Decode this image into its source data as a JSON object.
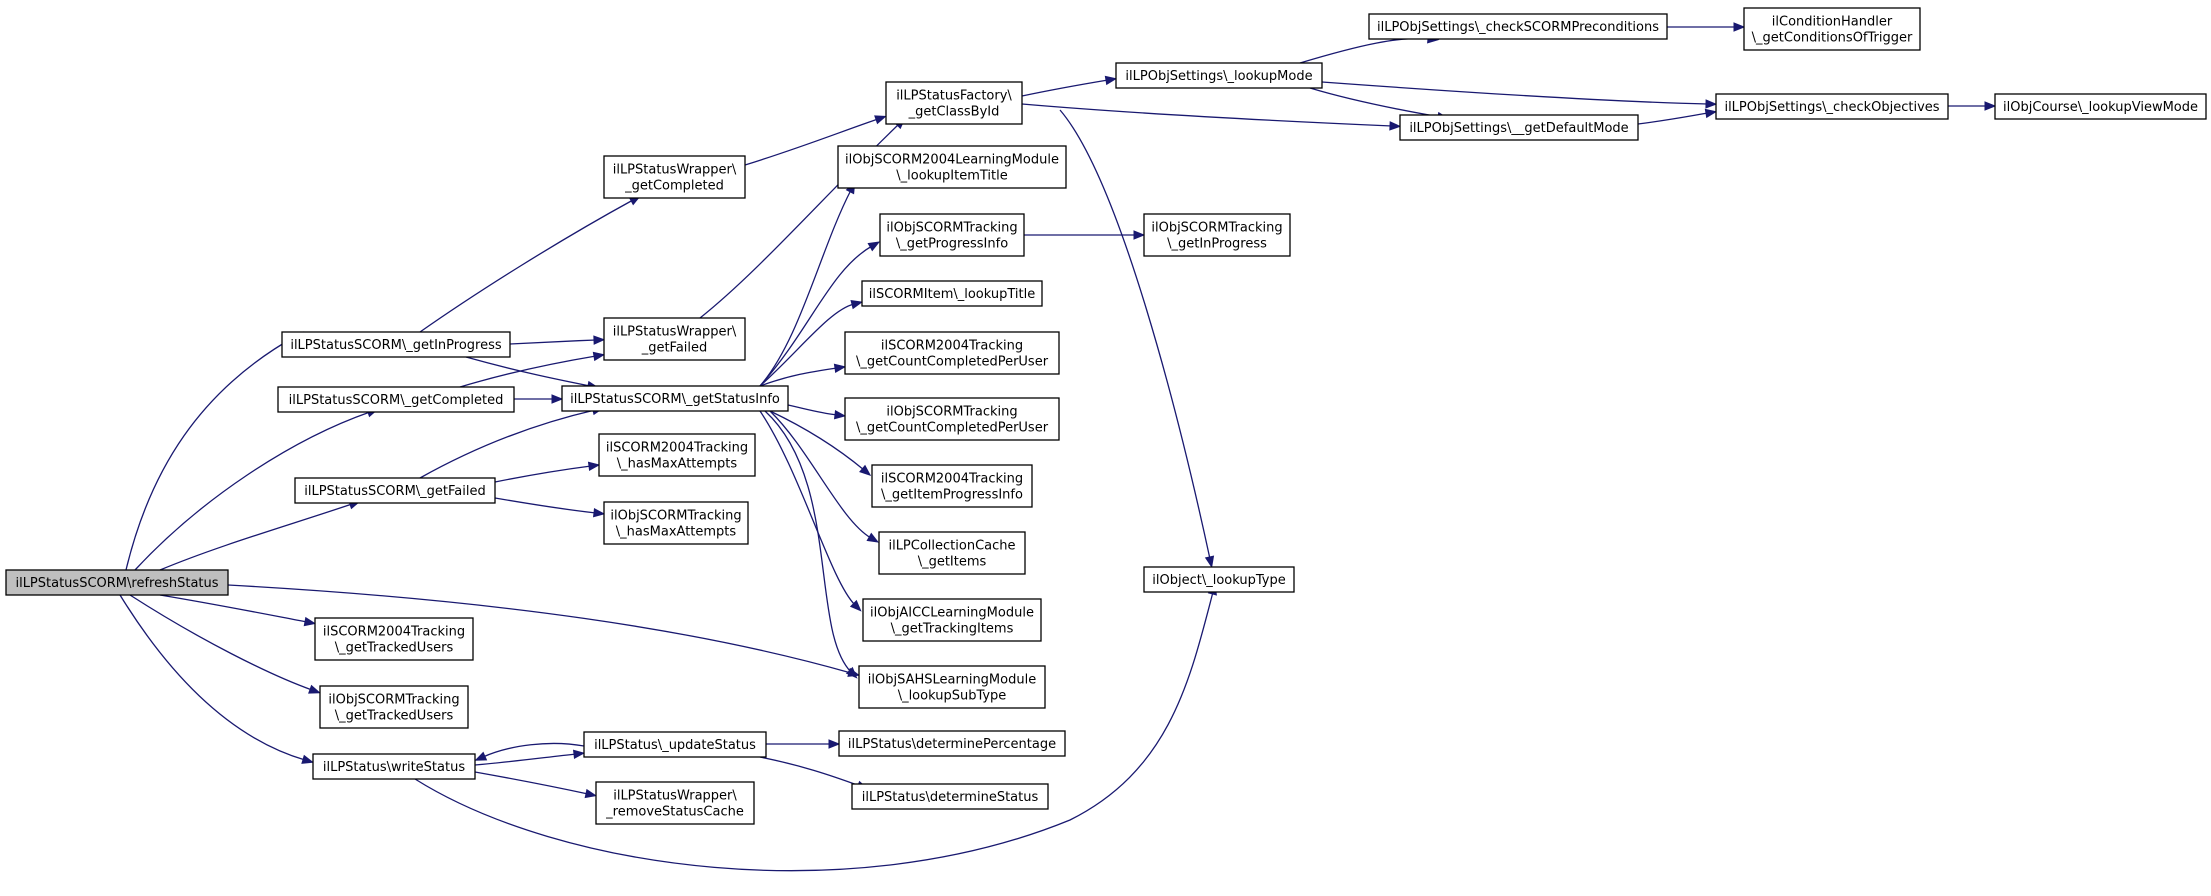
{
  "colors": {
    "node_fill": "#ffffff",
    "root_fill": "#bfbfbf",
    "edge": "#191970",
    "border": "#000000"
  },
  "nodes": {
    "refreshStatus": [
      "ilLPStatusSCORM\\refreshStatus"
    ],
    "getInProgress": [
      "ilLPStatusSCORM\\_getInProgress"
    ],
    "getCompletedSCORM": [
      "ilLPStatusSCORM\\_getCompleted"
    ],
    "getFailedSCORM": [
      "ilLPStatusSCORM\\_getFailed"
    ],
    "s2004TrackedUsers": [
      "ilSCORM2004Tracking",
      "\\_getTrackedUsers"
    ],
    "objScormTrackedUsers": [
      "ilObjSCORMTracking",
      "\\_getTrackedUsers"
    ],
    "writeStatus": [
      "ilLPStatus\\writeStatus"
    ],
    "wrapperCompleted": [
      "ilLPStatusWrapper\\",
      "_getCompleted"
    ],
    "wrapperFailed": [
      "ilLPStatusWrapper\\",
      "_getFailed"
    ],
    "getStatusInfo": [
      "ilLPStatusSCORM\\_getStatusInfo"
    ],
    "s2004HasMax": [
      "ilSCORM2004Tracking",
      "\\_hasMaxAttempts"
    ],
    "objScormHasMax": [
      "ilObjSCORMTracking",
      "\\_hasMaxAttempts"
    ],
    "updateStatus": [
      "ilLPStatus\\_updateStatus"
    ],
    "removeStatusCache": [
      "ilLPStatusWrapper\\",
      "_removeStatusCache"
    ],
    "factoryGetClassById": [
      "ilLPStatusFactory\\",
      "_getClassById"
    ],
    "s2004LMLookupTitle": [
      "ilObjSCORM2004LearningModule",
      "\\_lookupItemTitle"
    ],
    "objScormProgressInfo": [
      "ilObjSCORMTracking",
      "\\_getProgressInfo"
    ],
    "scormItemLookupTitle": [
      "ilSCORMItem\\_lookupTitle"
    ],
    "s2004CountCompleted": [
      "ilSCORM2004Tracking",
      "\\_getCountCompletedPerUser"
    ],
    "objScormCountCompleted": [
      "ilObjSCORMTracking",
      "\\_getCountCompletedPerUser"
    ],
    "s2004ItemProgress": [
      "ilSCORM2004Tracking",
      "\\_getItemProgressInfo"
    ],
    "collectionGetItems": [
      "ilLPCollectionCache",
      "\\_getItems"
    ],
    "aiccTrackingItems": [
      "ilObjAICCLearningModule",
      "\\_getTrackingItems"
    ],
    "sahsLookupSubType": [
      "ilObjSAHSLearningModule",
      "\\_lookupSubType"
    ],
    "determinePercentage": [
      "ilLPStatus\\determinePercentage"
    ],
    "determineStatus": [
      "ilLPStatus\\determineStatus"
    ],
    "objScormInProgress": [
      "ilObjSCORMTracking",
      "\\_getInProgress"
    ],
    "lookupMode": [
      "ilLPObjSettings\\_lookupMode"
    ],
    "getDefaultMode": [
      "ilLPObjSettings\\__getDefaultMode"
    ],
    "objectLookupType": [
      "ilObject\\_lookupType"
    ],
    "checkScormPre": [
      "ilLPObjSettings\\_checkSCORMPreconditions"
    ],
    "checkObjectives": [
      "ilLPObjSettings\\_checkObjectives"
    ],
    "conditionsOfTrigger": [
      "ilConditionHandler",
      "\\_getConditionsOfTrigger"
    ],
    "courseLookupViewMode": [
      "ilObjCourse\\_lookupViewMode"
    ]
  }
}
